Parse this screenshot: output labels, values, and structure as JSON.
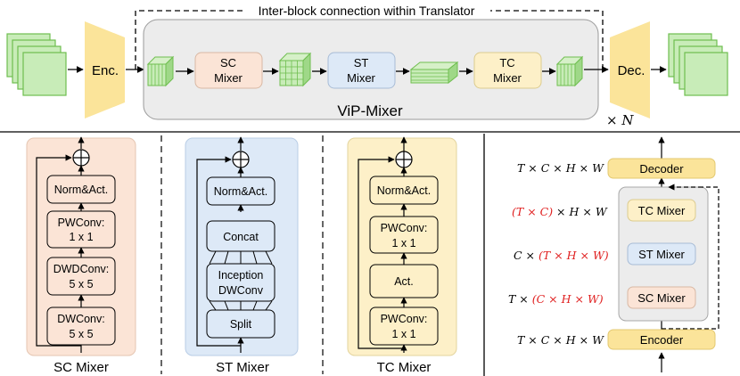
{
  "top": {
    "connection_label": "Inter-block connection within Translator",
    "encoder": "Enc.",
    "decoder": "Dec.",
    "vip_mixer": "ViP-Mixer",
    "repeat": "× N",
    "sc_mixer": [
      "SC",
      "Mixer"
    ],
    "st_mixer": [
      "ST",
      "Mixer"
    ],
    "tc_mixer": [
      "TC",
      "Mixer"
    ]
  },
  "sc_panel": {
    "caption": "SC Mixer",
    "boxes": [
      "Norm&Act.",
      "PWConv:",
      "1 x 1",
      "DWDConv:",
      "5 x 5",
      "DWConv:",
      "5 x 5"
    ]
  },
  "st_panel": {
    "caption": "ST Mixer",
    "boxes": [
      "Norm&Act.",
      "Concat",
      "Inception",
      "DWConv",
      "Split"
    ]
  },
  "tc_panel": {
    "caption": "TC Mixer",
    "boxes": [
      "Norm&Act.",
      "PWConv:",
      "1 x 1",
      "Act.",
      "PWConv:",
      "1 x 1"
    ]
  },
  "right": {
    "decoder": "Decoder",
    "encoder": "Encoder",
    "tc_mixer": "TC Mixer",
    "st_mixer": "ST Mixer",
    "sc_mixer": "SC Mixer",
    "shapes": {
      "decoder_shape": "T × C × H × W",
      "tc_pre": "(T × C)",
      "tc_post": " × H × W",
      "st_pre": "C × ",
      "st_post": "(T × H × W)",
      "sc_pre": "T × ",
      "sc_post": "(C × H × W)",
      "encoder_shape": "T × C × H × W"
    }
  },
  "colors": {
    "green": "#c8ecb8",
    "green_stroke": "#6fbe4f",
    "yellow": "#fbe49a",
    "peach": "#fbe4d6",
    "blue": "#dde9f7",
    "cream": "#fdf0c8",
    "grey_panel": "#ececec",
    "red": "#e02020"
  }
}
